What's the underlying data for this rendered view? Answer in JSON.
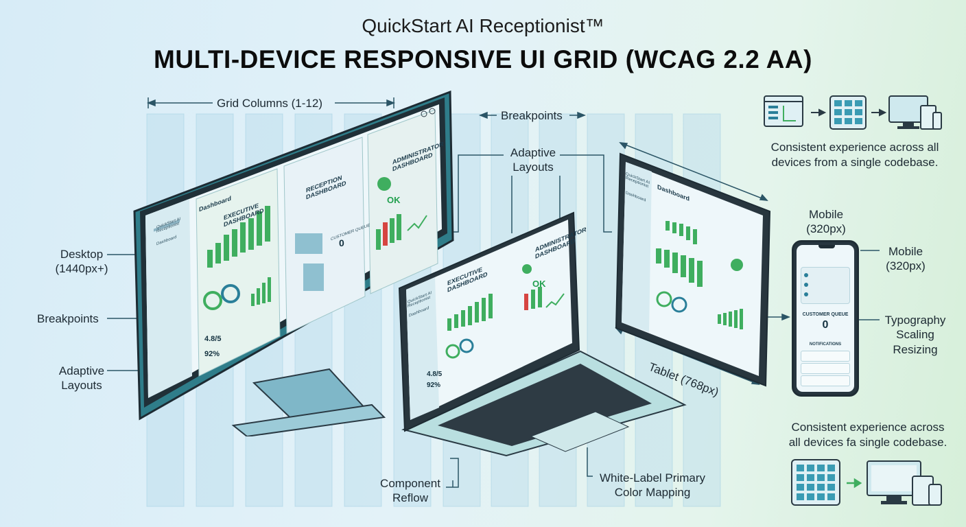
{
  "header": {
    "subtitle": "QuickStart AI Receptionist™",
    "title": "MULTI-DEVICE RESPONSIVE UI GRID (WCAG 2.2 AA)"
  },
  "annotations": {
    "grid_columns": "Grid Columns (1-12)",
    "breakpoints_top": "Breakpoints",
    "adaptive_layouts_top": [
      "Adaptive",
      "Layouts"
    ],
    "desktop": [
      "Desktop",
      "(1440px+)"
    ],
    "breakpoints_left": "Breakpoints",
    "adaptive_layouts_left": [
      "Adaptive",
      "Layouts"
    ],
    "tablet": "Tablet (768px)",
    "mobile_top": [
      "Mobile",
      "(320px)"
    ],
    "mobile_right": [
      "Mobile",
      "(320px)"
    ],
    "typography": [
      "Typography",
      "Scaling",
      "Resizing"
    ],
    "component_reflow": [
      "Component",
      "Reflow"
    ],
    "white_label": [
      "White-Label Primary",
      "Color Mapping"
    ],
    "consistent_top": [
      "Consistent experience across all",
      "devices from a single codebase."
    ],
    "consistent_bottom": [
      "Consistent experience across",
      "all devices fa single codebase."
    ]
  },
  "desktop_screen": {
    "brand": "QuickStart AI Receptionist",
    "nav_active": "Dashboard",
    "page_title": "Dashboard",
    "executive_title": [
      "EXECUTIVE",
      "DASHBOARD"
    ],
    "reception_title": [
      "RECEPTION",
      "DASHBOARD"
    ],
    "admin_title": [
      "ADMINISTRATOR",
      "DASHBOARD"
    ],
    "rating": "4.8/5",
    "percent": "92%",
    "queue_value": "0",
    "status_ok": "OK",
    "customer_queue": "CUSTOMER QUEUE"
  },
  "laptop_screen": {
    "brand": "QuickStart AI Receptionist",
    "nav_active": "Dashboard",
    "executive_title": [
      "EXECUTIVE",
      "DASHBOARD"
    ],
    "admin_title": [
      "ADMINISTRATOR",
      "DASHBOARD"
    ],
    "rating": "4.8/5",
    "percent": "92%",
    "status_ok": "OK"
  },
  "tablet_screen": {
    "brand": "QuickStart AI Receptionist",
    "page_title": "Dashboard",
    "nav_active": "Dashboard"
  },
  "mobile_screen": {
    "customer_queue": "CUSTOMER QUEUE",
    "queue_value": "0",
    "notifications": "NOTIFICATIONS"
  },
  "colors": {
    "accent_green": "#3fae5f",
    "accent_teal": "#2a7f99",
    "device_frame": "#2a3a44",
    "status_red": "#d64541"
  }
}
